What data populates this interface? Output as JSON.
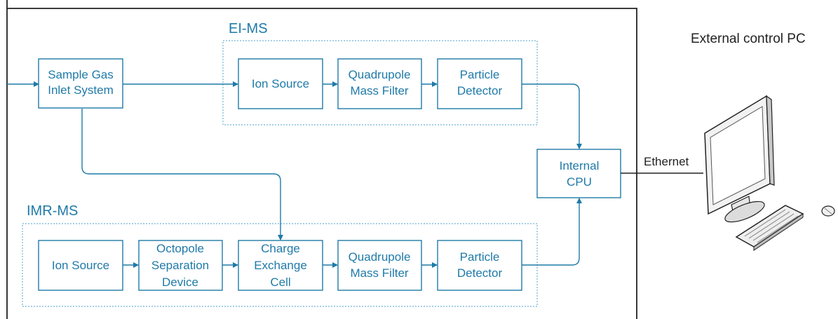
{
  "groups": {
    "eims": "EI-MS",
    "imrms": "IMR-MS"
  },
  "blocks": {
    "inlet": [
      "Sample Gas",
      "Inlet System"
    ],
    "ei_ion_source": [
      "Ion Source"
    ],
    "ei_quad": [
      "Quadrupole",
      "Mass Filter"
    ],
    "ei_detector": [
      "Particle",
      "Detector"
    ],
    "cpu": [
      "Internal",
      "CPU"
    ],
    "imr_ion_source": [
      "Ion Source"
    ],
    "octopole": [
      "Octopole",
      "Separation",
      "Device"
    ],
    "charge_exchange": [
      "Charge",
      "Exchange",
      "Cell"
    ],
    "imr_quad": [
      "Quadrupole",
      "Mass Filter"
    ],
    "imr_detector": [
      "Particle",
      "Detector"
    ]
  },
  "external_pc": "External control PC",
  "link": "Ethernet",
  "colors": {
    "accent": "#1f7aa8",
    "dashed": "#6fb3d3",
    "frame": "#222222"
  }
}
